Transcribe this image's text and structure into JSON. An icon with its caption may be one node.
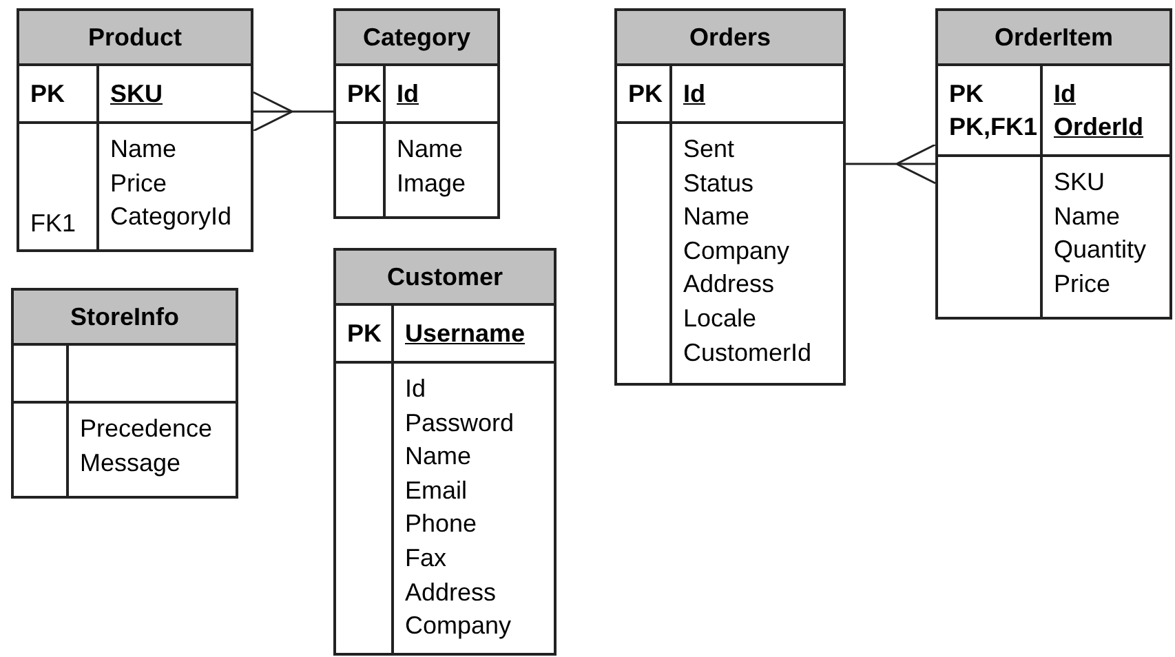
{
  "diagram": {
    "nodes": [
      {
        "text": [
          "Product",
          "PK",
          "SKU",
          "FK1",
          "Name Price CategoryId"
        ]
      },
      {
        "text": [
          "Category",
          "PK",
          "Id",
          "Name Image"
        ]
      },
      {
        "text": [
          "Orders",
          "PK",
          "Id",
          "Sent Status Name Company Address Locale CustomerId"
        ]
      },
      {
        "text": [
          "OrderItem",
          "PK PK,FK1",
          "Id OrderId",
          "SKU Name Quantity Price"
        ]
      },
      {
        "text": [
          "StoreInfo",
          "Precedence Message"
        ]
      },
      {
        "text": [
          "Customer",
          "PK",
          "Username",
          "Id Password Name Email Phone Fax Address Company"
        ]
      }
    ],
    "edges": [
      {
        "from": 1,
        "to": 0,
        "arrow": "other"
      },
      {
        "from": 2,
        "to": 3,
        "arrow": "other"
      }
    ]
  }
}
